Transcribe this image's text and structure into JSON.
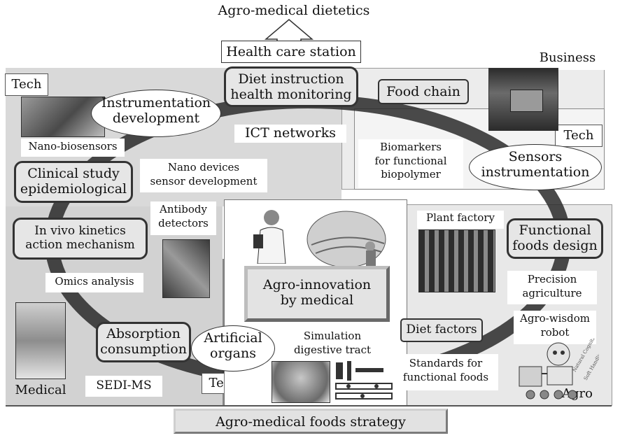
{
  "top": {
    "dietetics": "Agro-medical dietetics",
    "health_station": "Health care station"
  },
  "corners": {
    "business": "Business",
    "tech_top_left": "Tech",
    "tech_right": "Tech",
    "tech_bottom": "Tech",
    "medical": "Medical",
    "agro": "Agro"
  },
  "cycle": {
    "diet_instruction": "Diet instruction\nhealth monitoring",
    "food_chain": "Food chain",
    "sensors": "Sensors\ninstrumentation",
    "functional_foods": "Functional\nfoods design",
    "diet_factors": "Diet factors",
    "artificial_organs": "Artificial\norgans",
    "absorption": "Absorption\nconsumption",
    "in_vivo": "In vivo kinetics\naction mechanism",
    "clinical": "Clinical study\nepidemiological",
    "instrumentation": "Instrumentation\ndevelopment"
  },
  "labels": {
    "nano_biosensors": "Nano-biosensors",
    "ict": "ICT networks",
    "biomarkers": "Biomarkers\nfor functional\nbiopolymer",
    "nano_devices": "Nano devices\nsensor development",
    "antibody": "Antibody\ndetectors",
    "plant_factory": "Plant factory",
    "omics": "Omics analysis",
    "precision": "Precision\nagriculture",
    "agro_wisdom": "Agro-wisdom\nrobot",
    "simulation": "Simulation\ndigestive tract",
    "standards": "Standards for\nfunctional foods",
    "sedi": "SEDI-MS"
  },
  "center": "Agro-innovation\nby medical",
  "bottom": "Agro-medical foods strategy",
  "robot_text": [
    "Natural Cognition",
    "Soft Handling"
  ]
}
